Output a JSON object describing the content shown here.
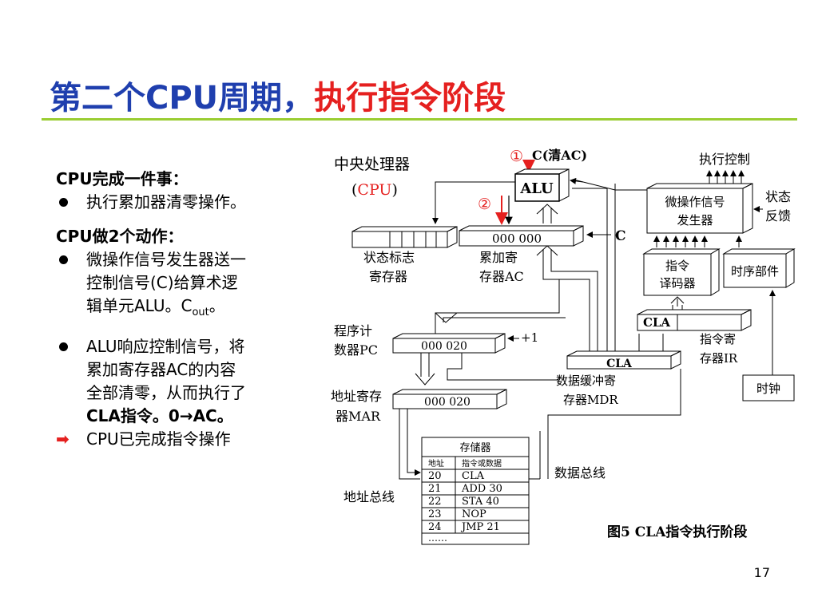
{
  "slide": {
    "title_part1": "第二个CPU周期，",
    "title_part2": "执行指令阶段",
    "page_number": "17"
  },
  "left_panel": {
    "heading1": "CPU完成一件事：",
    "bullet1": "执行累加器清零操作。",
    "heading2": "CPU做2个动作：",
    "bullet2_line1": "微操作信号发生器送一",
    "bullet2_line2": "控制信号(C)给算术逻",
    "bullet2_line3_main": "辑单元ALU。C",
    "bullet2_line3_sub": "out",
    "bullet2_line3_end": "。",
    "bullet3_line1": "ALU响应控制信号，将",
    "bullet3_line2": "累加寄存器AC的内容",
    "bullet3_line3": "全部清零，从而执行了",
    "bullet3_line4": "CLA指令。0→AC。",
    "final_line": "CPU已完成指令操作",
    "final_arrow": "➡"
  },
  "diagram": {
    "cpu_label_1": "中央处理器",
    "cpu_label_2a": "(",
    "cpu_label_2b": "CPU",
    "cpu_label_2c": ")",
    "step1_mark": "①",
    "step1_text": "C(清AC)",
    "step2_mark": "②",
    "alu": "ALU",
    "ac_value": "000  000",
    "c_label": "C",
    "status_reg_1": "状态标志",
    "status_reg_2": "寄存器",
    "ac_reg_1": "累加寄",
    "ac_reg_2": "存器AC",
    "exec_control": "执行控制",
    "micro_gen_1": "微操作信号",
    "micro_gen_2": "发生器",
    "status_fb_1": "状态",
    "status_fb_2": "反馈",
    "decoder_1": "指令",
    "decoder_2": "译码器",
    "timing": "时序部件",
    "ir_value": "CLA",
    "ir_label_1": "指令寄",
    "ir_label_2": "存器IR",
    "clock": "时钟",
    "pc_label_1": "程序计",
    "pc_label_2": "数器PC",
    "pc_value": "000  020",
    "plus_one": "+1",
    "mdr_value": "CLA",
    "mdr_label_1": "数据缓冲寄",
    "mdr_label_2": "存器MDR",
    "mar_label_1": "地址寄存",
    "mar_label_2": "器MAR",
    "mar_value": "000  020",
    "memory_title": "存储器",
    "memory_col1": "地址",
    "memory_col2": "指令或数据",
    "memory_rows": [
      {
        "addr": "20",
        "content": "CLA"
      },
      {
        "addr": "21",
        "content": "ADD   30"
      },
      {
        "addr": "22",
        "content": "STA    40"
      },
      {
        "addr": "23",
        "content": "NOP"
      },
      {
        "addr": "24",
        "content": "JMP    21"
      }
    ],
    "memory_more": "……",
    "data_bus": "数据总线",
    "addr_bus": "地址总线",
    "caption": "图5   CLA指令执行阶段"
  }
}
